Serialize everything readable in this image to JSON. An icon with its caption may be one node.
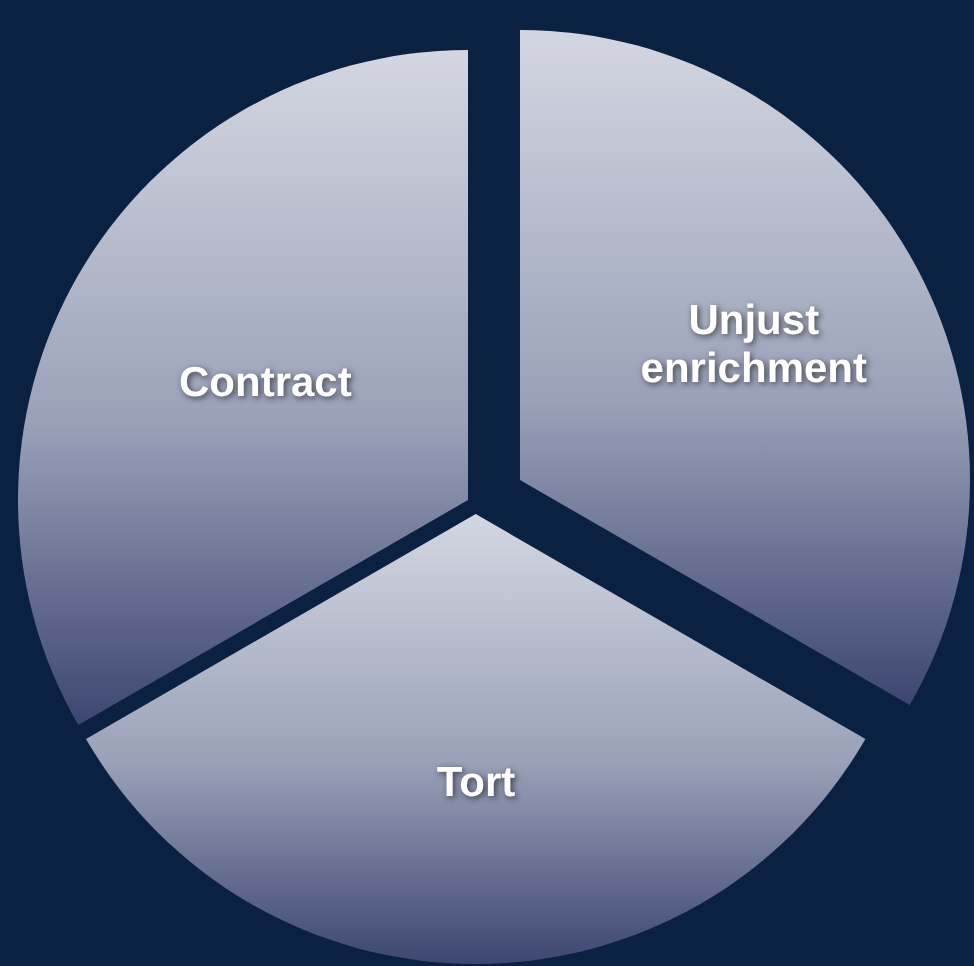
{
  "diagram": {
    "nodes": [
      {
        "text": [
          "Contract"
        ]
      },
      {
        "text": [
          "Unjust enrichment"
        ]
      },
      {
        "text": [
          "Tort"
        ]
      }
    ]
  }
}
